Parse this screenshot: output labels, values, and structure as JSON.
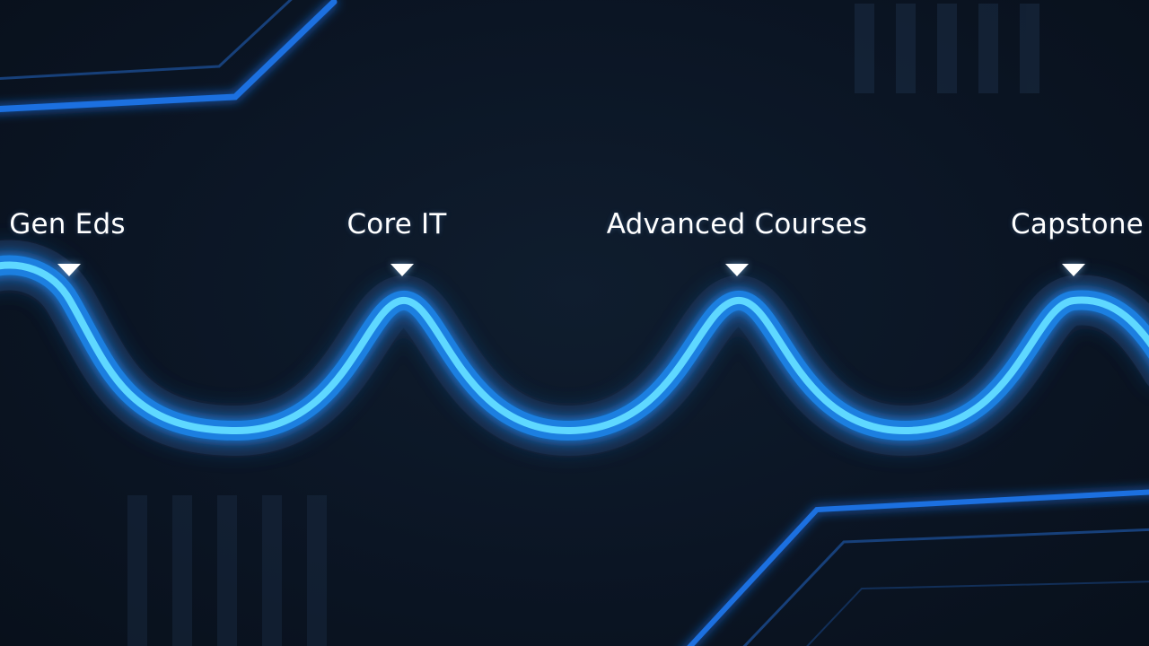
{
  "milestones": [
    {
      "label": "Gen Eds",
      "icon": "triangle-down-icon"
    },
    {
      "label": "Core IT",
      "icon": "triangle-down-icon"
    },
    {
      "label": "Advanced Courses",
      "icon": "triangle-down-icon"
    },
    {
      "label": "Capstone",
      "icon": "triangle-down-icon"
    }
  ],
  "colors": {
    "background": "#0b1524",
    "wave_glow": "#39c6ff",
    "wave_rim": "#1f3a5c",
    "circuit": "#1a6fe0",
    "label": "#ffffff"
  }
}
